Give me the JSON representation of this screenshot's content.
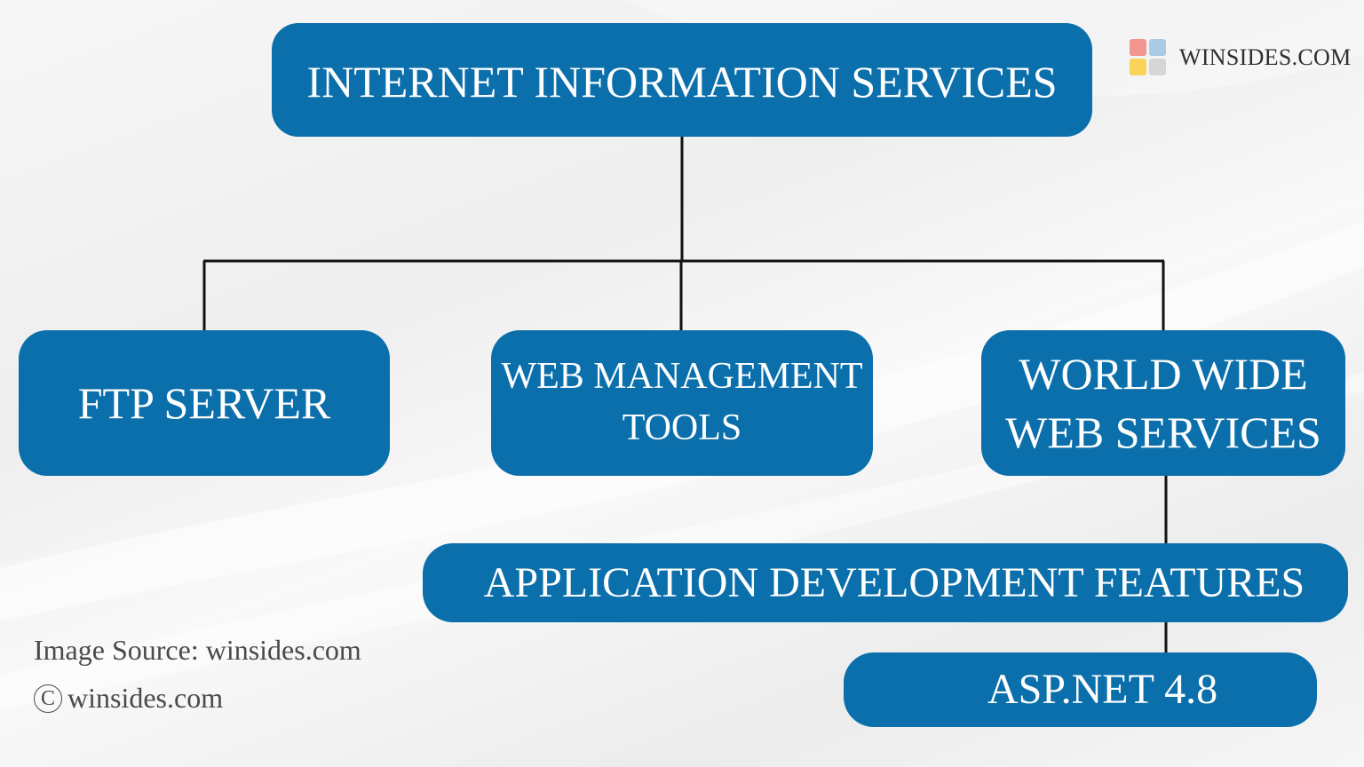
{
  "diagram": {
    "nodes": [
      {
        "id": "root",
        "label": "INTERNET INFORMATION SERVICES"
      },
      {
        "id": "ftp",
        "label": "FTP SERVER"
      },
      {
        "id": "wmt",
        "label": "WEB MANAGEMENT\nTOOLS"
      },
      {
        "id": "www",
        "label": "WORLD WIDE\nWEB SERVICES"
      },
      {
        "id": "adf",
        "label": "APPLICATION DEVELOPMENT FEATURES"
      },
      {
        "id": "asp",
        "label": "ASP.NET 4.8"
      }
    ],
    "edges": [
      {
        "from": "root",
        "to": "ftp"
      },
      {
        "from": "root",
        "to": "wmt"
      },
      {
        "from": "root",
        "to": "www"
      },
      {
        "from": "www",
        "to": "adf"
      },
      {
        "from": "adf",
        "to": "asp"
      }
    ]
  },
  "brand": {
    "name": "WINSIDES.COM",
    "icon": "windows-tiles-logo-icon",
    "tile_colors": [
      "#f2958f",
      "#a9cbe5",
      "#fad35a",
      "#d4d6d8"
    ]
  },
  "credits": {
    "source": "Image Source: winsides.com",
    "copyright_symbol": "C",
    "copyright_text": "winsides.com"
  },
  "colors": {
    "node_fill": "#0a6fab",
    "node_text": "#ffffff",
    "connector": "#111111"
  }
}
